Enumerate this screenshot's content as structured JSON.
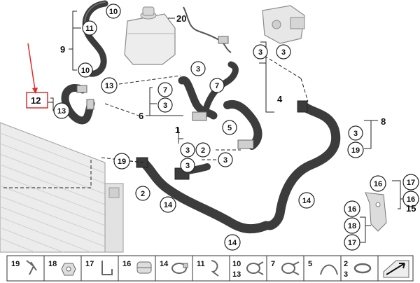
{
  "diagram": {
    "callouts": {
      "c10a": "10",
      "c11": "11",
      "c10b": "10",
      "c20": "20",
      "c3_top1": "3",
      "c3_top2": "3",
      "c3_mid": "3",
      "c13a": "13",
      "c13b": "13",
      "c7a": "7",
      "c3b": "3",
      "c7b": "7",
      "c5": "5",
      "c3c": "3",
      "c2a": "2",
      "c3d": "3",
      "c3e": "3",
      "c19a": "19",
      "c19b": "19",
      "c2b": "2",
      "c14a": "14",
      "c14b": "14",
      "c14c": "14",
      "c16a": "16",
      "c17a": "17",
      "c16b": "16",
      "c16c": "16",
      "c18": "18",
      "c17b": "17"
    },
    "labels": {
      "l9": "9",
      "l12": "12",
      "l6": "6",
      "l4": "4",
      "l1": "1",
      "l8": "8",
      "l15": "15"
    },
    "legend": [
      {
        "num": "19",
        "icon": "clip-icon"
      },
      {
        "num": "18",
        "icon": "nut-icon"
      },
      {
        "num": "17",
        "icon": "bracket-clip-icon"
      },
      {
        "num": "16",
        "icon": "hose-clamp-icon"
      },
      {
        "num": "14",
        "icon": "hose-clamp-icon"
      },
      {
        "num": "11",
        "icon": "bracket-clip-icon"
      },
      {
        "num": "10",
        "num2": "13",
        "icon": "spring-clamp-icon"
      },
      {
        "num": "7",
        "icon": "spring-clamp-icon"
      },
      {
        "num": "5",
        "icon": "retainer-clip-icon"
      },
      {
        "num": "2",
        "num2": "3",
        "icon": "o-ring-icon"
      },
      {
        "num": "",
        "icon": "arrow-icon"
      }
    ]
  }
}
